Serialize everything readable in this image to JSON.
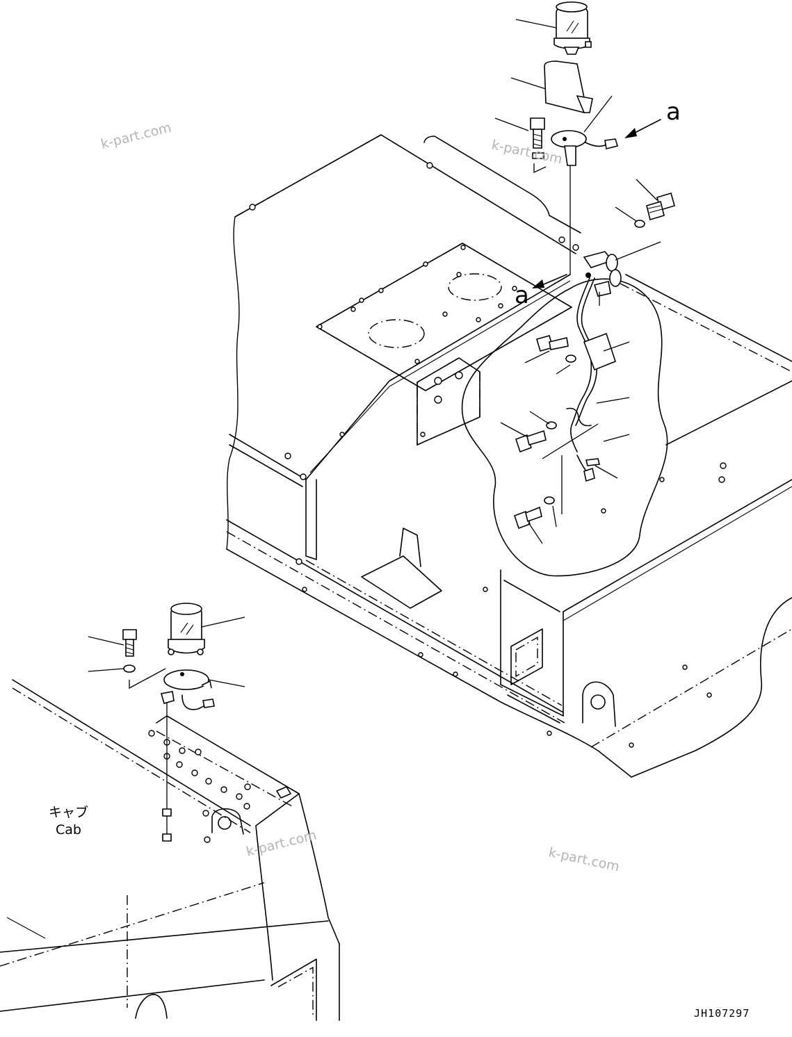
{
  "view_markers": {
    "upper": "a",
    "lower": "a"
  },
  "cab_label": {
    "japanese": "キャブ",
    "english": "Cab"
  },
  "drawing_number": "JH107297",
  "watermarks": [
    "k-part.com",
    "k-part.com",
    "k-part.com",
    "k-part.com"
  ]
}
